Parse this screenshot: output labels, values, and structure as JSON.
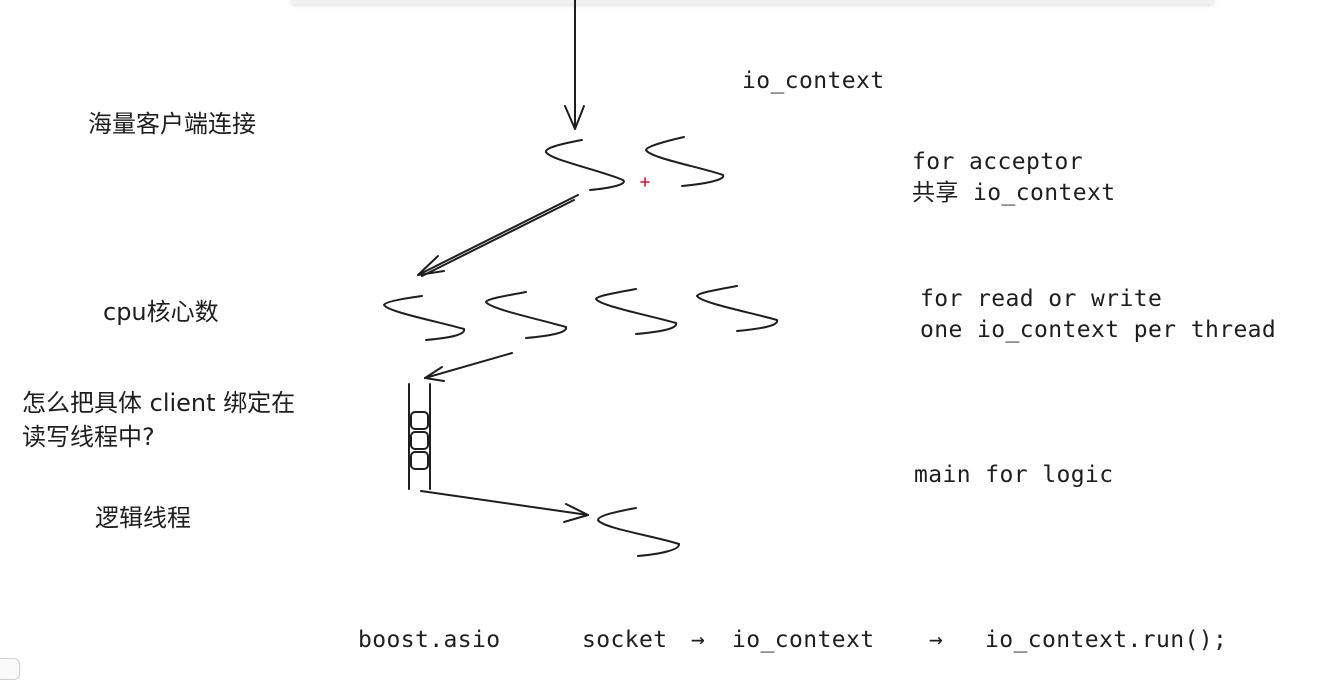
{
  "labels": {
    "io_context": "io_context",
    "massive_clients": "海量客户端连接",
    "acceptor_line1": "for  acceptor",
    "acceptor_line2": "共享 io_context",
    "cpu_cores": "cpu核心数",
    "rw_line1": "for read or write",
    "rw_line2": "one io_context per thread",
    "bind_question_line1": "怎么把具体 client 绑定在",
    "bind_question_line2": "读写线程中?",
    "main_logic": "main for logic",
    "logic_thread": "逻辑线程",
    "bottom_line": {
      "boost": "boost.asio",
      "socket": "socket",
      "arrow1": "→",
      "io_context": "io_context",
      "arrow2": "→",
      "run": "io_context.run();"
    }
  },
  "colors": {
    "stroke": "#1e1e1e",
    "marker": "#e0102a",
    "background": "#ffffff"
  }
}
